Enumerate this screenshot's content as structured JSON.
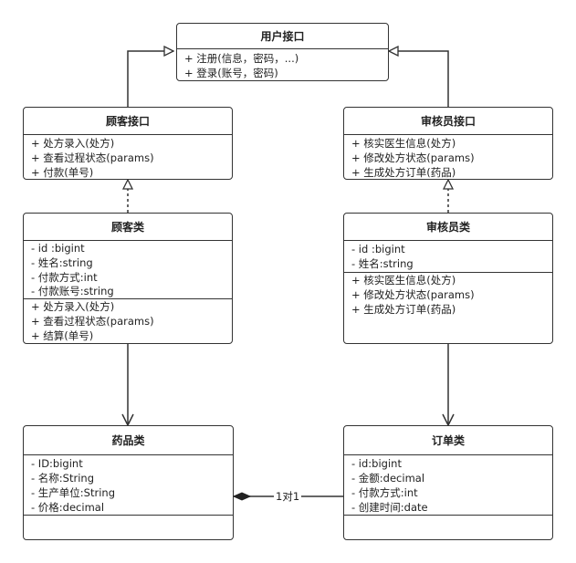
{
  "classes": {
    "user_interface": {
      "title": "用户接口",
      "operations": [
        "+ 注册(信息，密码，...)",
        "+ 登录(账号，密码)"
      ]
    },
    "customer_interface": {
      "title": "顾客接口",
      "operations": [
        "+ 处方录入(处方)",
        "+ 查看过程状态(params)",
        "+ 付款(单号)"
      ]
    },
    "reviewer_interface": {
      "title": "审核员接口",
      "operations": [
        "+ 核实医生信息(处方)",
        "+ 修改处方状态(params)",
        "+ 生成处方订单(药品)"
      ]
    },
    "customer_class": {
      "title": "顾客类",
      "attributes": [
        "- id :bigint",
        "- 姓名:string",
        "- 付款方式:int",
        "- 付款账号:string"
      ],
      "operations": [
        "+ 处方录入(处方)",
        "+ 查看过程状态(params)",
        "+ 结算(单号)"
      ]
    },
    "reviewer_class": {
      "title": "审核员类",
      "attributes": [
        "- id :bigint",
        "- 姓名:string"
      ],
      "operations": [
        "+ 核实医生信息(处方)",
        "+ 修改处方状态(params)",
        "+ 生成处方订单(药品)"
      ]
    },
    "medicine_class": {
      "title": "药品类",
      "attributes": [
        "- ID:bigint",
        "- 名称:String",
        "- 生产单位:String",
        "- 价格:decimal"
      ],
      "operations": []
    },
    "order_class": {
      "title": "订单类",
      "attributes": [
        "- id:bigint",
        "- 金额:decimal",
        "- 付款方式:int",
        "- 创建时间:date"
      ],
      "operations": []
    }
  },
  "relations": {
    "medicine_order_label": "1对1"
  },
  "colors": {
    "line": "#333333",
    "background": "#ffffff"
  }
}
